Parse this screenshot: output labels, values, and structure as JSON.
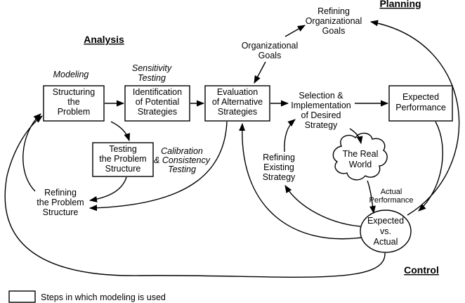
{
  "headers": {
    "analysis": "Analysis",
    "planning": "Planning",
    "control": "Control"
  },
  "boxes": {
    "structuring": [
      "Structuring",
      "the",
      "Problem"
    ],
    "identification": [
      "Identification",
      "of Potential",
      "Strategies"
    ],
    "evaluation": [
      "Evaluation",
      "of Alternative",
      "Strategies"
    ],
    "testing": [
      "Testing",
      "the Problem",
      "Structure"
    ],
    "expected_performance": [
      "Expected",
      "Performance"
    ]
  },
  "nodes": {
    "real_world": [
      "The Real",
      "World"
    ],
    "expected_vs_actual": [
      "Expected",
      "vs.",
      "Actual"
    ]
  },
  "labels": {
    "refining_org_goals": [
      "Refining",
      "Organizational",
      "Goals"
    ],
    "organizational_goals": [
      "Organizational",
      "Goals"
    ],
    "selection": [
      "Selection &",
      "Implementation",
      "of Desired",
      "Strategy"
    ],
    "refining_existing": [
      "Refining",
      "Existing",
      "Strategy"
    ],
    "refining_problem": [
      "Refining",
      "the Problem",
      "Structure"
    ],
    "actual_performance": [
      "Actual",
      "Performance"
    ]
  },
  "annotations": {
    "modeling": "Modeling",
    "sensitivity": [
      "Sensitivity",
      "Testing"
    ],
    "calibration": [
      "Calibration",
      "& Consistency",
      "Testing"
    ]
  },
  "legend": {
    "label": "Steps in which modeling is used"
  }
}
